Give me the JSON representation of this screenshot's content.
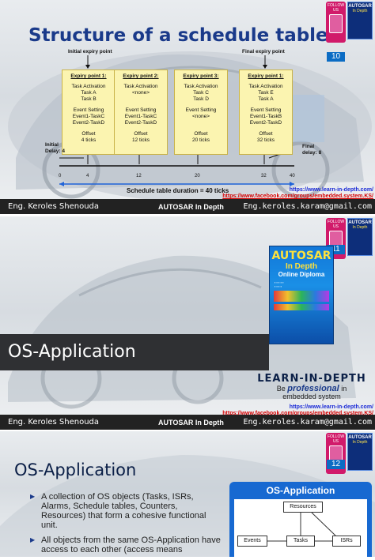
{
  "slide1": {
    "title": "Structure of a schedule table",
    "initial_expiry": "Initial expiry point",
    "final_expiry": "Final expiry point",
    "boxes": [
      {
        "header": "Expiry point 1:",
        "activation": "Task Activation",
        "t1": "Task A",
        "t2": "Task B",
        "event_setting": "Event Setting",
        "e1": "Event1-TaskC",
        "e2": "Event2-TaskD",
        "offset": "Offset",
        "ticks": "4 ticks"
      },
      {
        "header": "Expiry point 2:",
        "activation": "Task Activation",
        "t1": "<none>",
        "t2": "",
        "event_setting": "Event Setting",
        "e1": "Event1-TaskC",
        "e2": "Event2-TaskD",
        "offset": "Offset",
        "ticks": "12 ticks"
      },
      {
        "header": "Expiry point 3:",
        "activation": "Task Activation",
        "t1": "Task C",
        "t2": "Task D",
        "event_setting": "Event Setting",
        "e1": "<none>",
        "e2": "",
        "offset": "Offset",
        "ticks": "20 ticks"
      },
      {
        "header": "Expiry point 1:",
        "activation": "Task Activation",
        "t1": "Task E",
        "t2": "Task A",
        "event_setting": "Event Setting",
        "e1": "Event1-TaskB",
        "e2": "Event2-TaskD",
        "offset": "Offset",
        "ticks": "32 ticks"
      }
    ],
    "initial_delay": "Initial\nDelay: 4",
    "final_delay": "Final\ndelay: 8",
    "ticks": [
      "0",
      "4",
      "12",
      "20",
      "32",
      "40"
    ],
    "duration": "Schedule table duration = 40 ticks",
    "page": "10"
  },
  "links": {
    "site": "https://www.learn-in-depth.com/",
    "facebook": "https://www.facebook.com/groups/embedded.system.KS/"
  },
  "footer": {
    "author": "Eng. Keroles Shenouda",
    "course": "AUTOSAR In Depth",
    "email": "Eng.keroles.karam@gmail.com"
  },
  "badge": {
    "follow": "FOLLOW US",
    "thumb_title": "AUTOSAR",
    "thumb_sub": "In Depth"
  },
  "slide2": {
    "title": "OS-Application",
    "book_title": "AUTOSAR",
    "book_title2": "In Depth",
    "book_sub": "Online Diploma",
    "brand": "LEARN-IN-DEPTH",
    "tag1": "Be",
    "tag2": "professional",
    "tag3": "in",
    "tag4": "embedded system",
    "page": "11"
  },
  "slide3": {
    "title": "OS-Application",
    "bullets": [
      "A collection of OS objects (Tasks, ISRs, Alarms, Schedule tables, Counters, Resources) that form a cohesive functional unit.",
      "All objects from the same OS-Application have access to each other (access means"
    ],
    "diagram_title": "OS-Application",
    "nodes": {
      "resources": "Resources",
      "events": "Events",
      "tasks": "Tasks",
      "isrs": "ISRs"
    },
    "page": "12"
  }
}
